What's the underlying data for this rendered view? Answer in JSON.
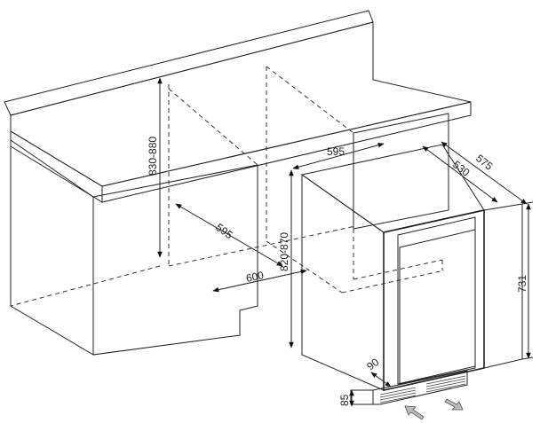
{
  "dimensions": {
    "cabinet_height": "830-880",
    "niche_width_top": "595",
    "niche_width_diag": "595",
    "niche_depth": "600",
    "appliance_height_range": "820-870",
    "appliance_depth_total": "575",
    "appliance_depth_body": "530",
    "appliance_height": "731",
    "plinth_depth": "90",
    "plinth_height": "85"
  },
  "colors": {
    "panel_gray": "#d4d4d4",
    "line": "#222222"
  }
}
